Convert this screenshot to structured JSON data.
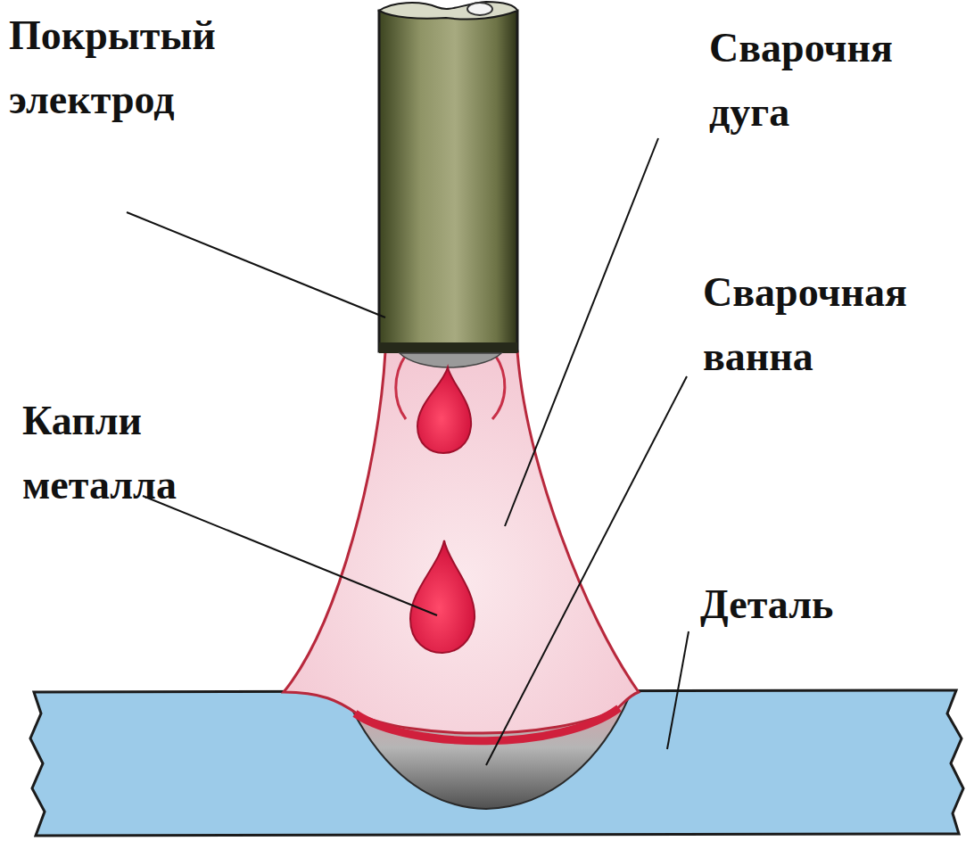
{
  "diagram": {
    "labels": [
      "Покрытый электрод",
      "Сварочня дуга",
      "Сварочная ванна",
      "Капли металла",
      "Деталь"
    ]
  }
}
